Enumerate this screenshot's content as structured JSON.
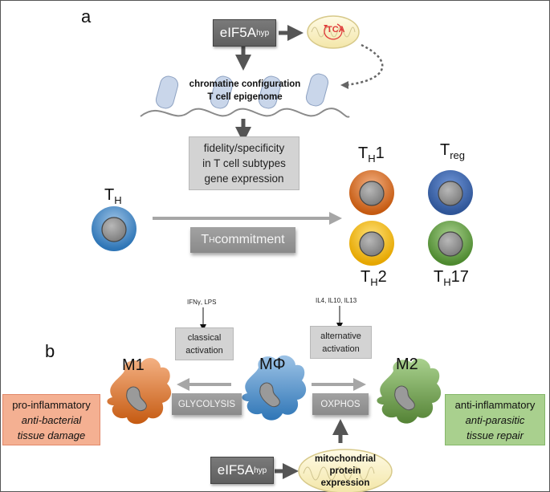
{
  "panel_a": {
    "label": "a",
    "eif5a": {
      "base": "eIF5A",
      "sup": "hyp"
    },
    "tca_label": "TCA",
    "chromatin_lines": [
      "chromatine configuration",
      "T cell epigenome"
    ],
    "fidelity_lines": [
      "fidelity/specificity",
      "in T cell subtypes",
      "gene expression"
    ],
    "commitment": {
      "sub": "H",
      "prefix": "T",
      "text": "commitment"
    },
    "naive_cell": {
      "base": "T",
      "sub": "H",
      "suffix": "",
      "color": "#5b9bd5"
    },
    "subsets": [
      {
        "base": "T",
        "sub": "H",
        "suffix": "1",
        "color": "#ed7d31"
      },
      {
        "base": "T",
        "sub": "reg",
        "suffix": "",
        "color": "#4472c4"
      },
      {
        "base": "T",
        "sub": "H",
        "suffix": "2",
        "color": "#ffc000"
      },
      {
        "base": "T",
        "sub": "H",
        "suffix": "17",
        "color": "#70ad47"
      }
    ]
  },
  "panel_b": {
    "label": "b",
    "m1": {
      "label": "M1",
      "color": "#e87a30"
    },
    "mphi": {
      "label": "MΦ",
      "color": "#5b9bd5"
    },
    "m2": {
      "label": "M2",
      "color": "#6aab45"
    },
    "classical_stimuli": "IFNγ, LPS",
    "alternative_stimuli": "IL4, IL10, IL13",
    "classical_lines": [
      "classical",
      "activation"
    ],
    "alternative_lines": [
      "alternative",
      "activation"
    ],
    "glycolysis": "GLYCOLYSIS",
    "oxphos": "OXPHOS",
    "m1_effects": {
      "line1": "pro-inflammatory",
      "line2": "anti-bacterial",
      "line3": "tissue damage",
      "color": "#f4b092"
    },
    "m2_effects": {
      "line1": "anti-inflammatory",
      "line2": "anti-parasitic",
      "line3": "tissue repair",
      "color": "#a9d08e"
    },
    "eif5a": {
      "base": "eIF5A",
      "sup": "hyp"
    },
    "mito_lines": [
      "mitochondrial",
      "protein",
      "expression"
    ]
  }
}
